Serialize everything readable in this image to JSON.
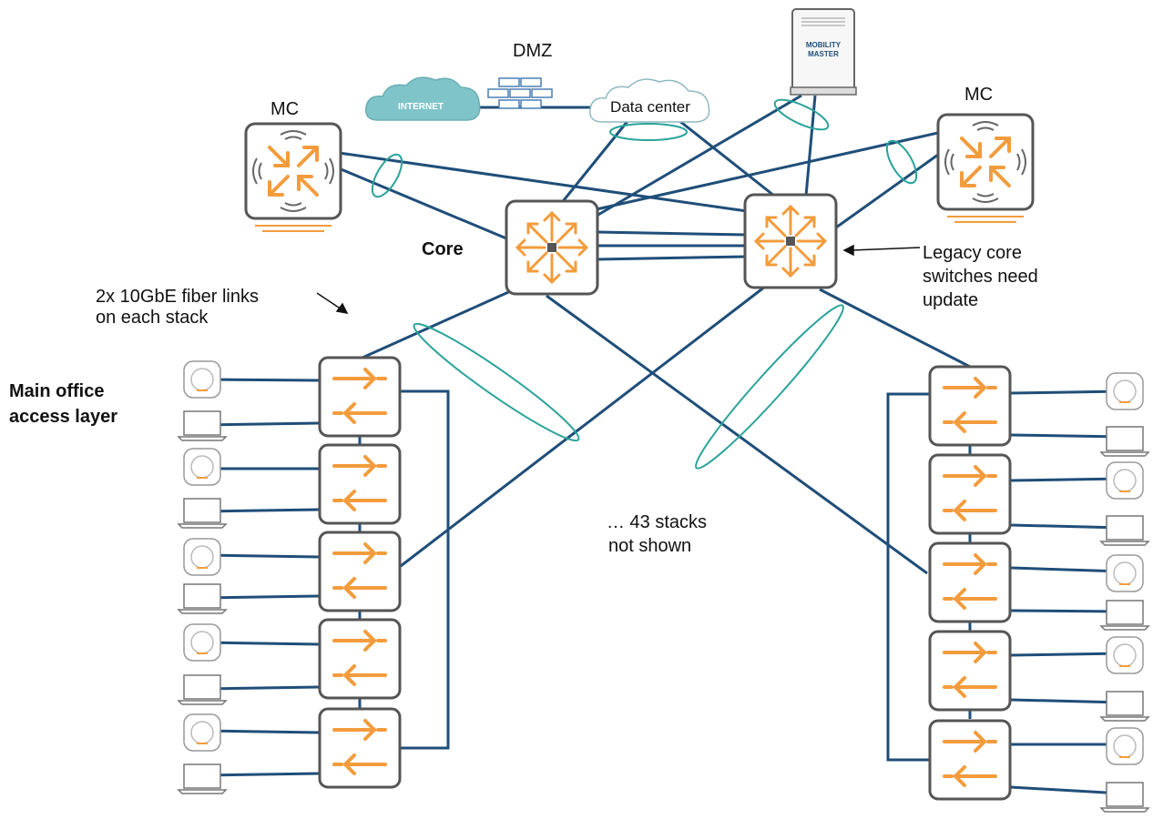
{
  "labels": {
    "dmz": "DMZ",
    "internet": "INTERNET",
    "data_center": "Data center",
    "mobility_master_line1": "MOBILITY",
    "mobility_master_line2": "MASTER",
    "mc_left": "MC",
    "mc_right": "MC",
    "core": "Core",
    "legacy_line1": "Legacy core",
    "legacy_line2": "switches need",
    "legacy_line3": "update",
    "fiber_line1": "2x 10GbE fiber links",
    "fiber_line2": "on each stack",
    "main_office_line1": "Main office",
    "main_office_line2": "access layer",
    "stacks_line1": "… 43 stacks",
    "stacks_line2": "not shown"
  },
  "colors": {
    "link": "#1f4e79",
    "lag_ellipse": "#2aa39a",
    "device_accent": "#f39c3d",
    "cloud": "#7fc4c9",
    "device_border": "#555555"
  },
  "icons": {
    "mobility_controller": "mc-arrows-icon",
    "core_switch": "core-switch-icon",
    "access_switch": "access-switch-icon",
    "access_point": "access-point-icon",
    "laptop": "laptop-icon",
    "firewall": "firewall-icon",
    "cloud": "cloud-icon",
    "server": "mobility-master-server-icon"
  },
  "topology": {
    "access_stacks": {
      "left_switch_count": 5,
      "right_switch_count": 5
    }
  }
}
